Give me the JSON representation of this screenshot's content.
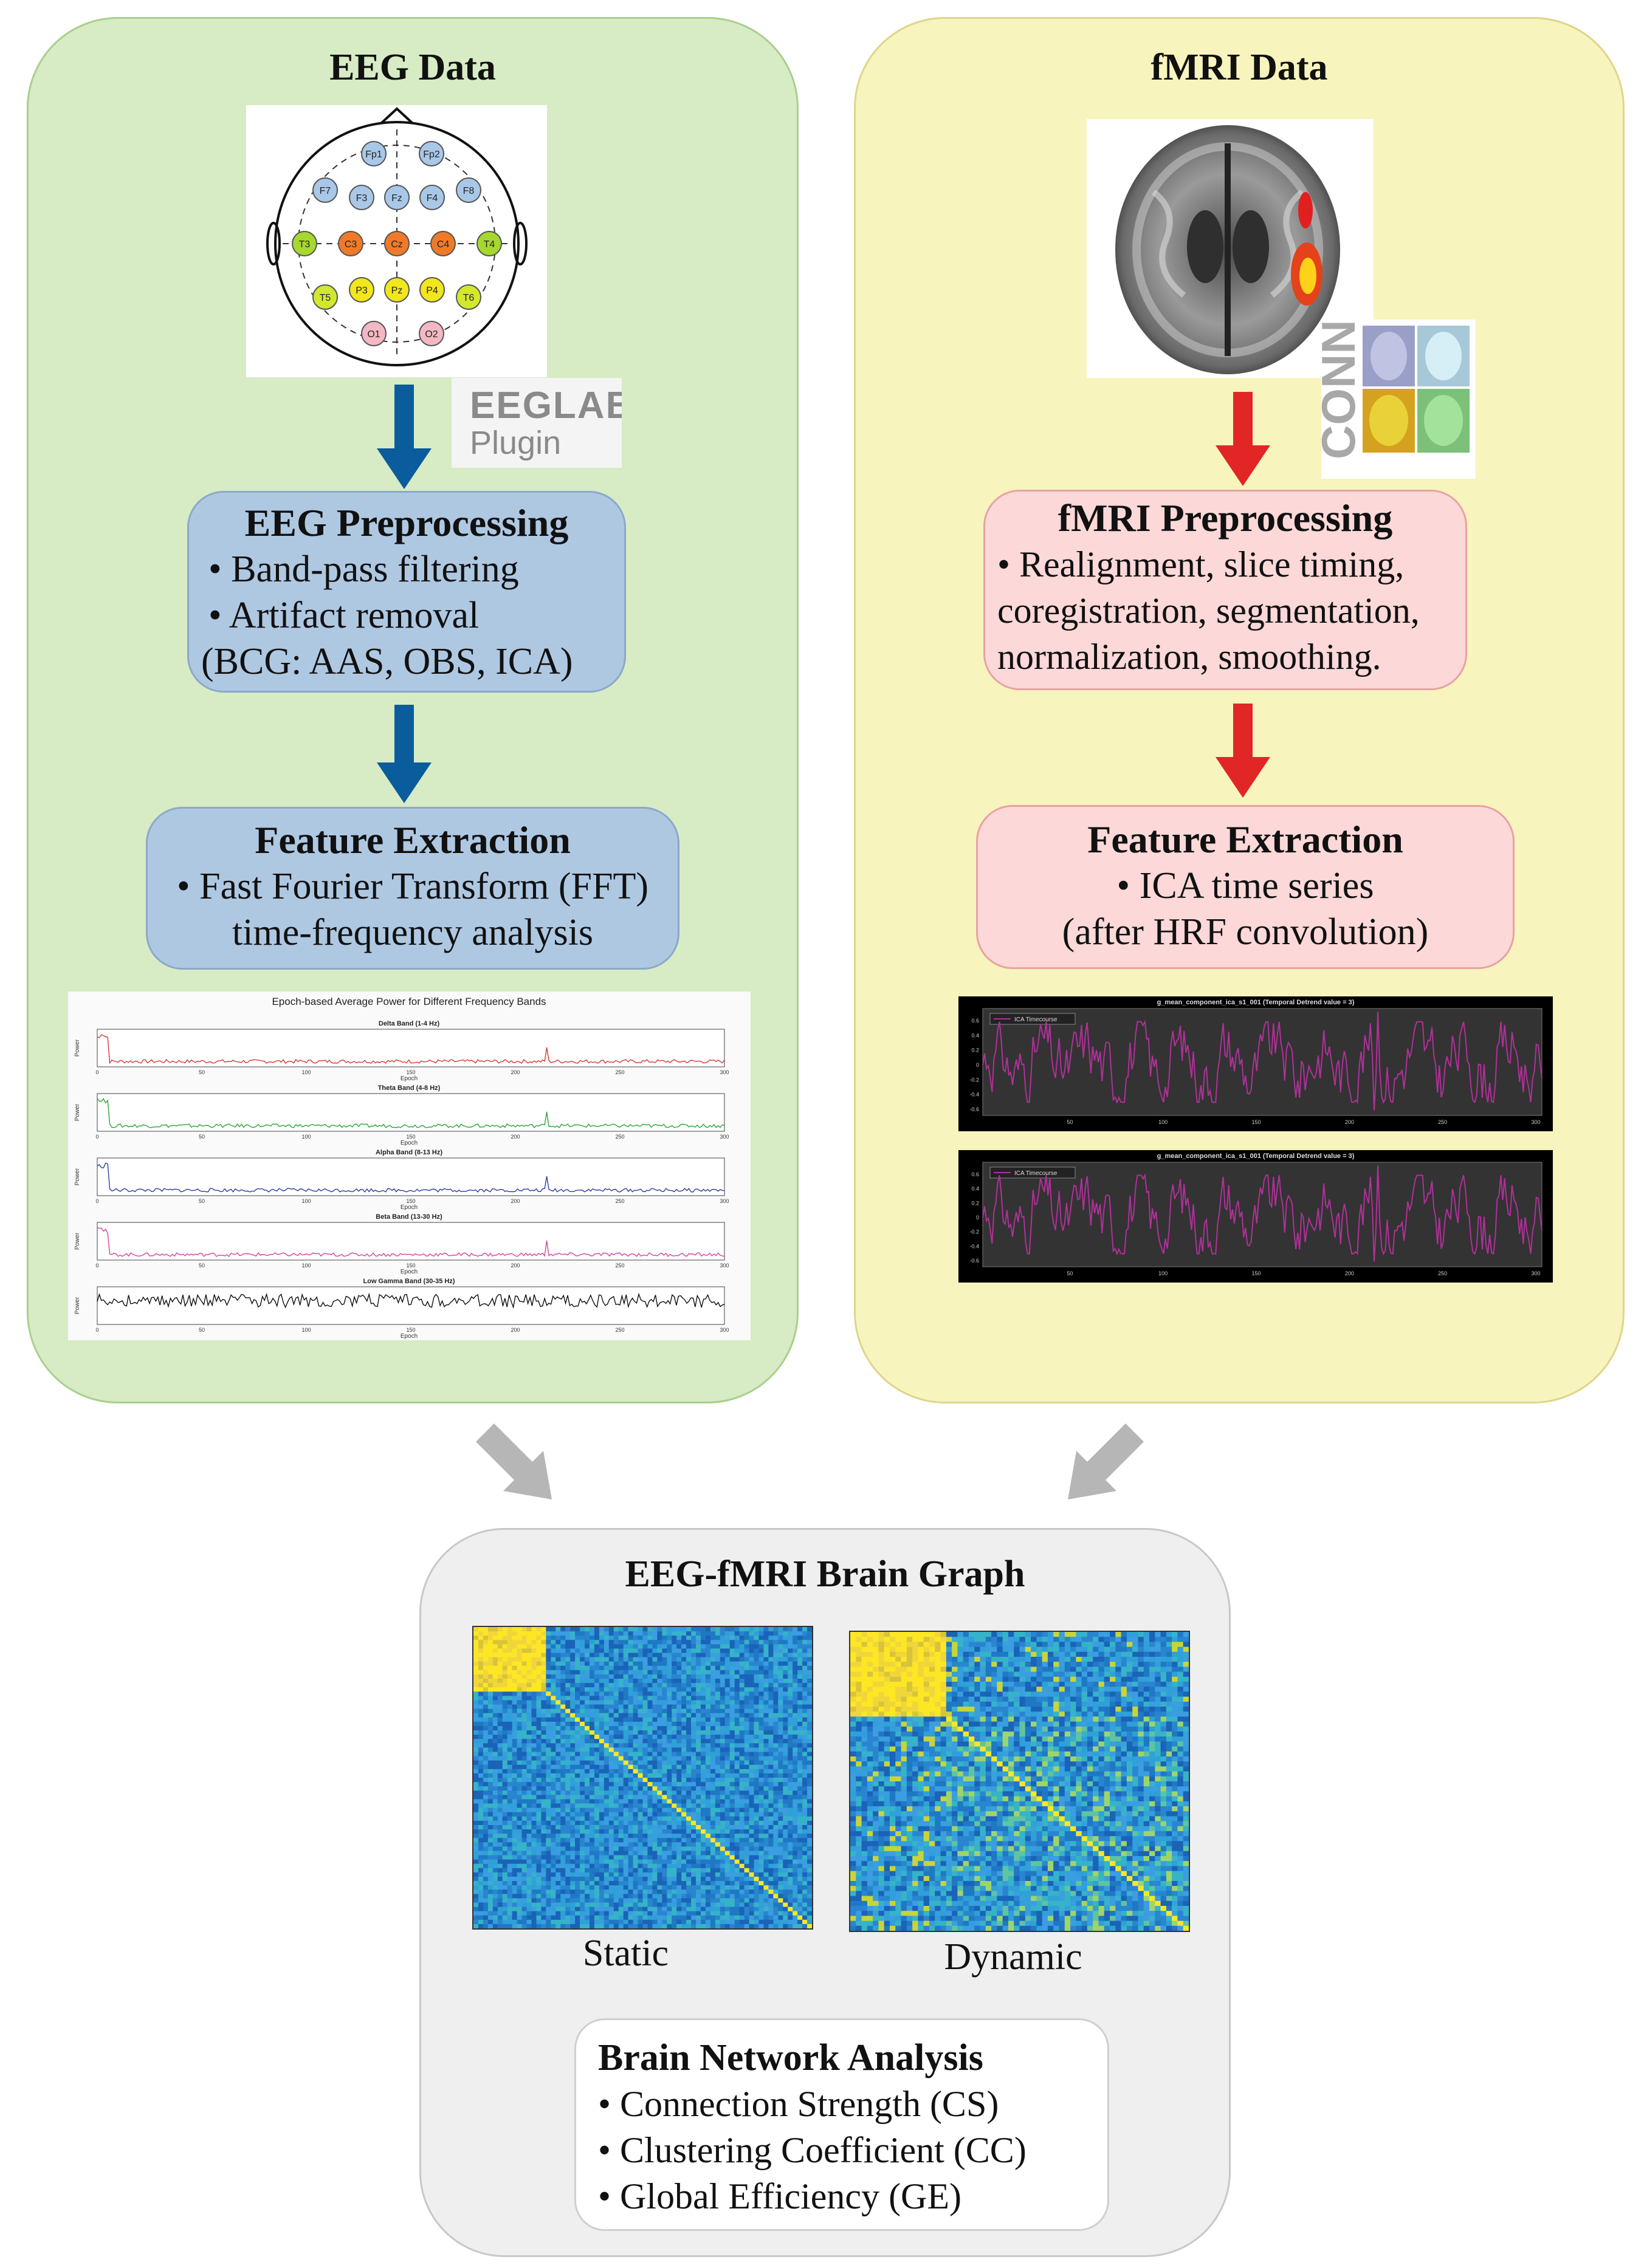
{
  "eeg": {
    "title": "EEG Data",
    "plugin": [
      "EEGLAB",
      "Plugin"
    ],
    "electrodes": [
      {
        "label": "Fp1",
        "col": "#a9c8e8"
      },
      {
        "label": "Fp2",
        "col": "#a9c8e8"
      },
      {
        "label": "F7",
        "col": "#a9c8e8"
      },
      {
        "label": "F3",
        "col": "#a9c8e8"
      },
      {
        "label": "Fz",
        "col": "#a9c8e8"
      },
      {
        "label": "F4",
        "col": "#a9c8e8"
      },
      {
        "label": "F8",
        "col": "#a9c8e8"
      },
      {
        "label": "T3",
        "col": "#a6d82f"
      },
      {
        "label": "C3",
        "col": "#f07a28"
      },
      {
        "label": "Cz",
        "col": "#f07a28"
      },
      {
        "label": "C4",
        "col": "#f07a28"
      },
      {
        "label": "T4",
        "col": "#a6d82f"
      },
      {
        "label": "T5",
        "col": "#d2e82e"
      },
      {
        "label": "P3",
        "col": "#f2e61d"
      },
      {
        "label": "Pz",
        "col": "#f2e61d"
      },
      {
        "label": "P4",
        "col": "#f2e61d"
      },
      {
        "label": "T6",
        "col": "#d2e82e"
      },
      {
        "label": "O1",
        "col": "#f4b8c4"
      },
      {
        "label": "O2",
        "col": "#f4b8c4"
      }
    ],
    "preprocessing": {
      "title": "EEG Preprocessing",
      "lines": [
        "• Band-pass filtering",
        "• Artifact removal",
        "(BCG: AAS, OBS, ICA)"
      ]
    },
    "features": {
      "title": "Feature Extraction",
      "lines": [
        "• Fast Fourier Transform (FFT)",
        "time-frequency analysis"
      ]
    },
    "power_plot": {
      "title": "Epoch-based Average Power for Different Frequency Bands",
      "bands": [
        {
          "name": "Delta Band (1-4 Hz)",
          "color": "#d23b3b"
        },
        {
          "name": "Theta Band (4-8 Hz)",
          "color": "#2aa63a"
        },
        {
          "name": "Alpha Band (8-13 Hz)",
          "color": "#2d3fa0"
        },
        {
          "name": "Beta Band (13-30 Hz)",
          "color": "#d641a8"
        },
        {
          "name": "Low Gamma Band (30-35 Hz)",
          "color": "#111111"
        }
      ],
      "ylabel": "Power",
      "xlabel": "Epoch",
      "xticks": [
        "0",
        "50",
        "100",
        "150",
        "200",
        "250",
        "300"
      ]
    }
  },
  "fmri": {
    "title": "fMRI Data",
    "conn_label": "CONN",
    "preprocessing": {
      "title": "fMRI Preprocessing",
      "lines": [
        "• Realignment, slice timing,",
        "coregistration, segmentation,",
        "normalization, smoothing."
      ]
    },
    "features": {
      "title": "Feature Extraction",
      "lines": [
        "• ICA time series",
        "(after HRF convolution)"
      ]
    },
    "timeseries": {
      "title": "g_mean_component_ica_s1_001 (Temporal Detrend value = 3)",
      "legend": "ICA Timecourse",
      "xticks": [
        "50",
        "100",
        "150",
        "200",
        "250",
        "300"
      ],
      "yticks": [
        "0.6",
        "0.4",
        "0.2",
        "0",
        "-0.2",
        "-0.4",
        "-0.6"
      ],
      "line_color": "#b0309a"
    }
  },
  "graph": {
    "title": "EEG-fMRI Brain Graph",
    "static_label": "Static",
    "dynamic_label": "Dynamic",
    "analysis": {
      "title": "Brain Network Analysis",
      "lines": [
        "• Connection Strength (CS)",
        "• Clustering Coefficient (CC)",
        "• Global Efficiency (GE)"
      ]
    }
  },
  "colors": {
    "eeg_panel": "#d7ebc5",
    "fmri_panel": "#f7f4bd",
    "graph_panel": "#efefef",
    "eeg_box": "#afc8e2",
    "fmri_box": "#fcd8d8",
    "eeg_arrow": "#0a5c9c",
    "fmri_arrow": "#e22626",
    "gray_arrow": "#b6b6b6"
  }
}
